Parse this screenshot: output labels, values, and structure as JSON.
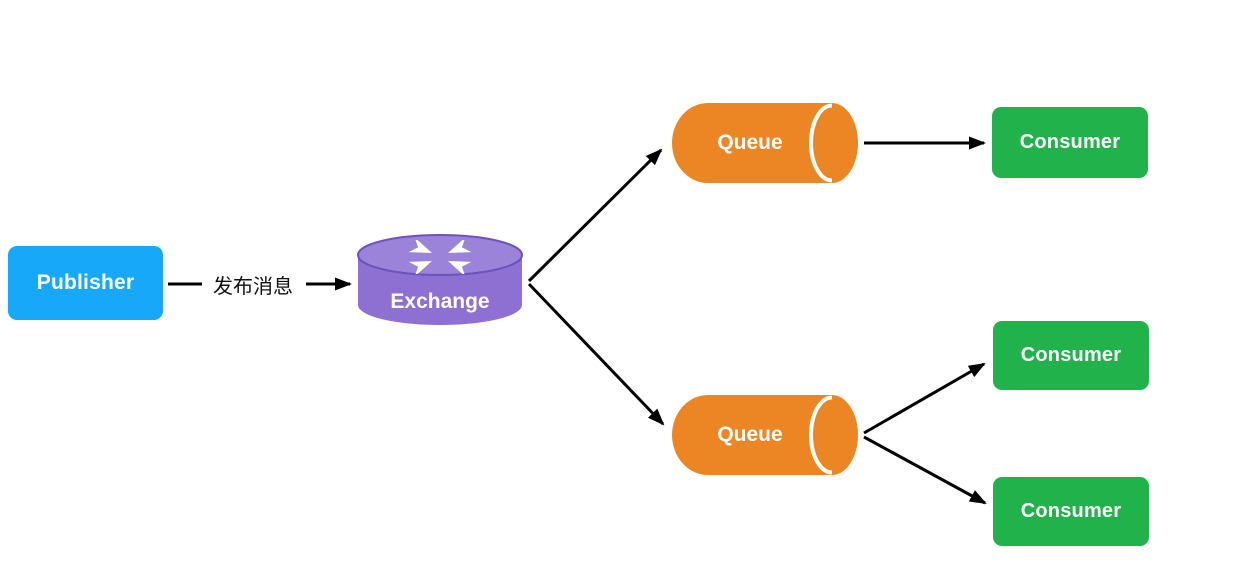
{
  "diagram": {
    "nodes": {
      "publisher": {
        "label": "Publisher",
        "color": "#17a8fa",
        "shape": "rounded-rect"
      },
      "exchange": {
        "label": "Exchange",
        "color": "#8d70d1",
        "top_color": "#9c83da",
        "rim_color": "#6d52bd",
        "shape": "vertical-cylinder",
        "icon": "crossed-routing-arrows-icon",
        "icon_color": "#ffffff"
      },
      "queue_top": {
        "label": "Queue",
        "color": "#ec8523",
        "shape": "horizontal-cylinder"
      },
      "queue_bottom": {
        "label": "Queue",
        "color": "#ec8523",
        "shape": "horizontal-cylinder"
      },
      "consumer_top": {
        "label": "Consumer",
        "color": "#21b24c",
        "shape": "rounded-rect"
      },
      "consumer_middle": {
        "label": "Consumer",
        "color": "#21b24c",
        "shape": "rounded-rect"
      },
      "consumer_bottom": {
        "label": "Consumer",
        "color": "#21b24c",
        "shape": "rounded-rect"
      }
    },
    "edges": {
      "publisher_to_exchange": {
        "from": "publisher",
        "to": "exchange",
        "label": "发布消息"
      },
      "exchange_to_queue_top": {
        "from": "exchange",
        "to": "queue_top",
        "label": ""
      },
      "exchange_to_queue_bottom": {
        "from": "exchange",
        "to": "queue_bottom",
        "label": ""
      },
      "queue_top_to_consumer": {
        "from": "queue_top",
        "to": "consumer_top",
        "label": ""
      },
      "queue_bottom_to_consumer_mid": {
        "from": "queue_bottom",
        "to": "consumer_middle",
        "label": ""
      },
      "queue_bottom_to_consumer_bot": {
        "from": "queue_bottom",
        "to": "consumer_bottom",
        "label": ""
      }
    },
    "arrow_color": "#000000",
    "background": "#ffffff"
  }
}
